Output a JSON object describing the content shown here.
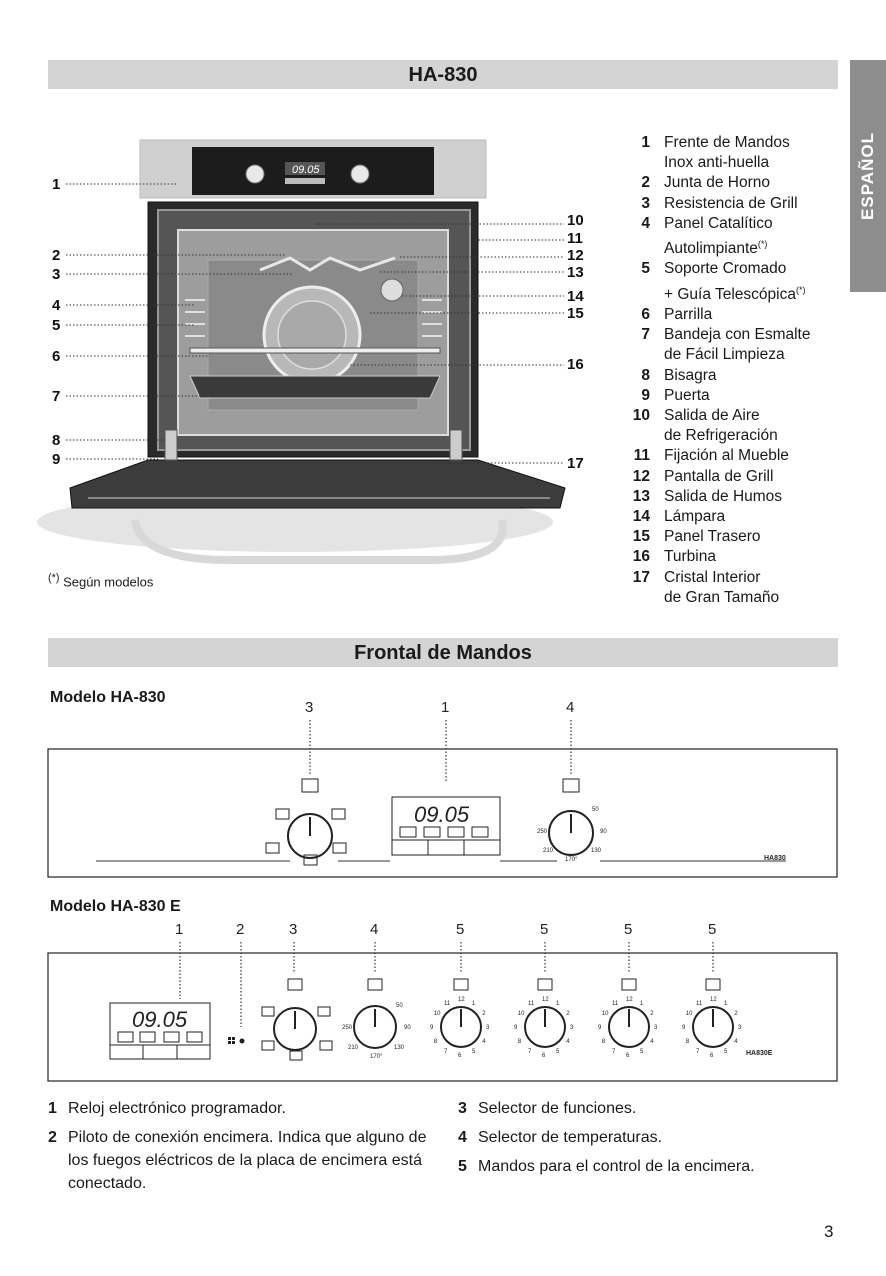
{
  "header": {
    "title": "HA-830"
  },
  "language_tab": "ESPAÑOL",
  "oven_diagram": {
    "callouts_left": [
      "1",
      "2",
      "3",
      "4",
      "5",
      "6",
      "7",
      "8",
      "9"
    ],
    "callouts_right": [
      "10",
      "11",
      "12",
      "13",
      "14",
      "15",
      "16",
      "17"
    ],
    "clock": "09.05"
  },
  "legend": [
    {
      "num": "1",
      "lines": [
        "Frente de Mandos",
        "Inox anti-huella"
      ]
    },
    {
      "num": "2",
      "lines": [
        "Junta de Horno"
      ]
    },
    {
      "num": "3",
      "lines": [
        "Resistencia de Grill"
      ]
    },
    {
      "num": "4",
      "lines": [
        "Panel Catalítico",
        "Autolimpiante"
      ],
      "mark": "(*)"
    },
    {
      "num": "5",
      "lines": [
        "Soporte Cromado",
        "+ Guía Telescópica"
      ],
      "mark": "(*)"
    },
    {
      "num": "6",
      "lines": [
        "Parrilla"
      ]
    },
    {
      "num": "7",
      "lines": [
        "Bandeja con Esmalte",
        "de Fácil Limpieza"
      ]
    },
    {
      "num": "8",
      "lines": [
        "Bisagra"
      ]
    },
    {
      "num": "9",
      "lines": [
        "Puerta"
      ]
    },
    {
      "num": "10",
      "lines": [
        "Salida de Aire",
        "de Refrigeración"
      ]
    },
    {
      "num": "11",
      "lines": [
        "Fijación al Mueble"
      ]
    },
    {
      "num": "12",
      "lines": [
        "Pantalla de Grill"
      ]
    },
    {
      "num": "13",
      "lines": [
        "Salida de Humos"
      ]
    },
    {
      "num": "14",
      "lines": [
        "Lámpara"
      ]
    },
    {
      "num": "15",
      "lines": [
        "Panel Trasero"
      ]
    },
    {
      "num": "16",
      "lines": [
        "Turbina"
      ]
    },
    {
      "num": "17",
      "lines": [
        "Cristal Interior",
        "de Gran Tamaño"
      ]
    }
  ],
  "note": {
    "mark": "(*)",
    "text": "Según modelos"
  },
  "section2": {
    "title": "Frontal de Mandos"
  },
  "model1": {
    "title": "Modelo HA-830",
    "callouts": [
      "3",
      "1",
      "4"
    ],
    "clock": "09.05",
    "brand": "HA830",
    "temp_marks": [
      "250",
      "50",
      "90",
      "210",
      "170°",
      "130"
    ]
  },
  "model2": {
    "title": "Modelo HA-830 E",
    "callouts": [
      "1",
      "2",
      "3",
      "4",
      "5",
      "5",
      "5",
      "5"
    ],
    "clock": "09.05",
    "brand": "HA830E",
    "temp_marks": [
      "250",
      "50",
      "90",
      "210",
      "170°",
      "130"
    ],
    "hob_marks": [
      "12",
      "1",
      "2",
      "3",
      "4",
      "5",
      "6",
      "7",
      "8",
      "9",
      "10",
      "11"
    ]
  },
  "descriptions": [
    {
      "num": "1",
      "text": "Reloj electrónico programador."
    },
    {
      "num": "2",
      "text": "Piloto de conexión encimera. Indica que alguno de los fuegos eléctricos de la placa de encimera está conectado."
    },
    {
      "num": "3",
      "text": "Selector de funciones."
    },
    {
      "num": "4",
      "text": "Selector de temperaturas."
    },
    {
      "num": "5",
      "text": "Mandos para el control de la encimera."
    }
  ],
  "page_number": "3"
}
